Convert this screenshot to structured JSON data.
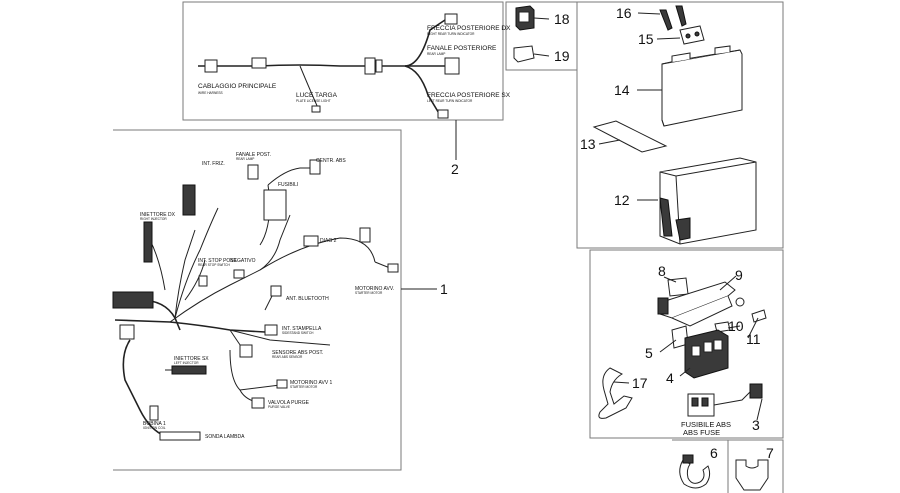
{
  "callouts": [
    "1",
    "2",
    "3",
    "4",
    "5",
    "6",
    "7",
    "8",
    "9",
    "10",
    "11",
    "12",
    "13",
    "14",
    "15",
    "16",
    "17",
    "18",
    "19"
  ],
  "harness_top": {
    "main_harness": "CABLAGGIO PRINCIPALE",
    "main_harness_en": "WIRE HARNESS",
    "plate_light": "LUCE TARGA",
    "plate_light_en": "PLATE LICENSE LIGHT",
    "right_turn": "FRECCIA POSTERIORE DX",
    "right_turn_en": "RIGHT REAR TURN INDICATOR",
    "rear_lamp": "FANALE POSTERIORE",
    "rear_lamp_en": "REAR LAMP",
    "left_turn": "FRECCIA POSTERIORE SX",
    "left_turn_en": "LEFT REAR TURN INDICATOR"
  },
  "harness_main": {
    "rear_lamp": "FANALE POST.",
    "rear_lamp_en": "REAR LAMP",
    "rpm": "INT. FRIZ.",
    "injector_dx": "INIETTORE DX",
    "injector_dx_en": "RIGHT INJECTOR",
    "fuses": "FUSIBILI",
    "stop_switch": "INT. STOP POST.",
    "stop_switch_en": "REAR STOP SWITCH",
    "negative": "NEGATIVO",
    "diag": "DIAG 2",
    "abs_ecu": "CENTR. ABS",
    "antenna": "ANT. BLUETOOTH",
    "sidestand": "INT. STAMPELLA",
    "sidestand_en": "SIDESTAND SWITCH",
    "abs_sensor": "SENSORE ABS POST.",
    "abs_sensor_en": "REAR ABS SENSOR",
    "injector_sx": "INIETTORE SX",
    "injector_sx_en": "LEFT INJECTOR",
    "motor_1": "MOTORINO AVV 1",
    "motor_1_en": "STARTER MOTOR",
    "motor_avv": "MOTORINO AVV.",
    "motor_avv_en": "STARTER MOTOR",
    "purge_valve": "VALVOLA PURGE",
    "purge_valve_en": "PURGE VALVE",
    "lambda": "SONDA LAMBDA",
    "coil": "BOBINA 1",
    "coil_en": "IGNITION COIL"
  },
  "fuse_label": {
    "it": "FUSIBILE ABS",
    "en": "ABS FUSE"
  },
  "colors": {
    "frame": "#7a7a7a",
    "ink": "#222222",
    "background": "#ffffff"
  }
}
